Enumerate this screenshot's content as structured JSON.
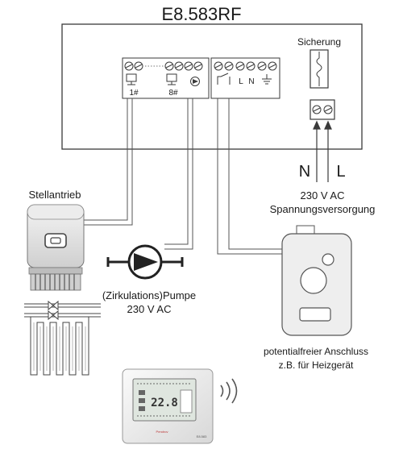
{
  "title": "E8.583RF",
  "labels": {
    "fuse": "Sicherung",
    "terminal_1": "1#",
    "terminal_8": "8#",
    "terminal_L": "L",
    "terminal_N": "N",
    "neutral_letter": "N",
    "live_letter": "L",
    "supply_voltage": "230 V AC",
    "supply_name": "Spannungsversorgung",
    "actuator": "Stellantrieb",
    "pump_name": "(Zirkulations)Pumpe",
    "pump_voltage": "230 V AC",
    "boiler_line1": "potentialfreier Anschluss",
    "boiler_line2": "z.B. für Heizgerät",
    "thermostat_reading": "22.8",
    "thermostat_brand": "Pendrov",
    "thermostat_model": "E8.583"
  },
  "icons": [
    "valve-actuator-icon",
    "pump-icon",
    "relay-contact-icon",
    "ground-icon",
    "fuse-icon",
    "wireless-signal-icon"
  ],
  "colors": {
    "line": "#3a3a3a",
    "wire": "#555555",
    "device_fill": "#e9e9e9"
  }
}
